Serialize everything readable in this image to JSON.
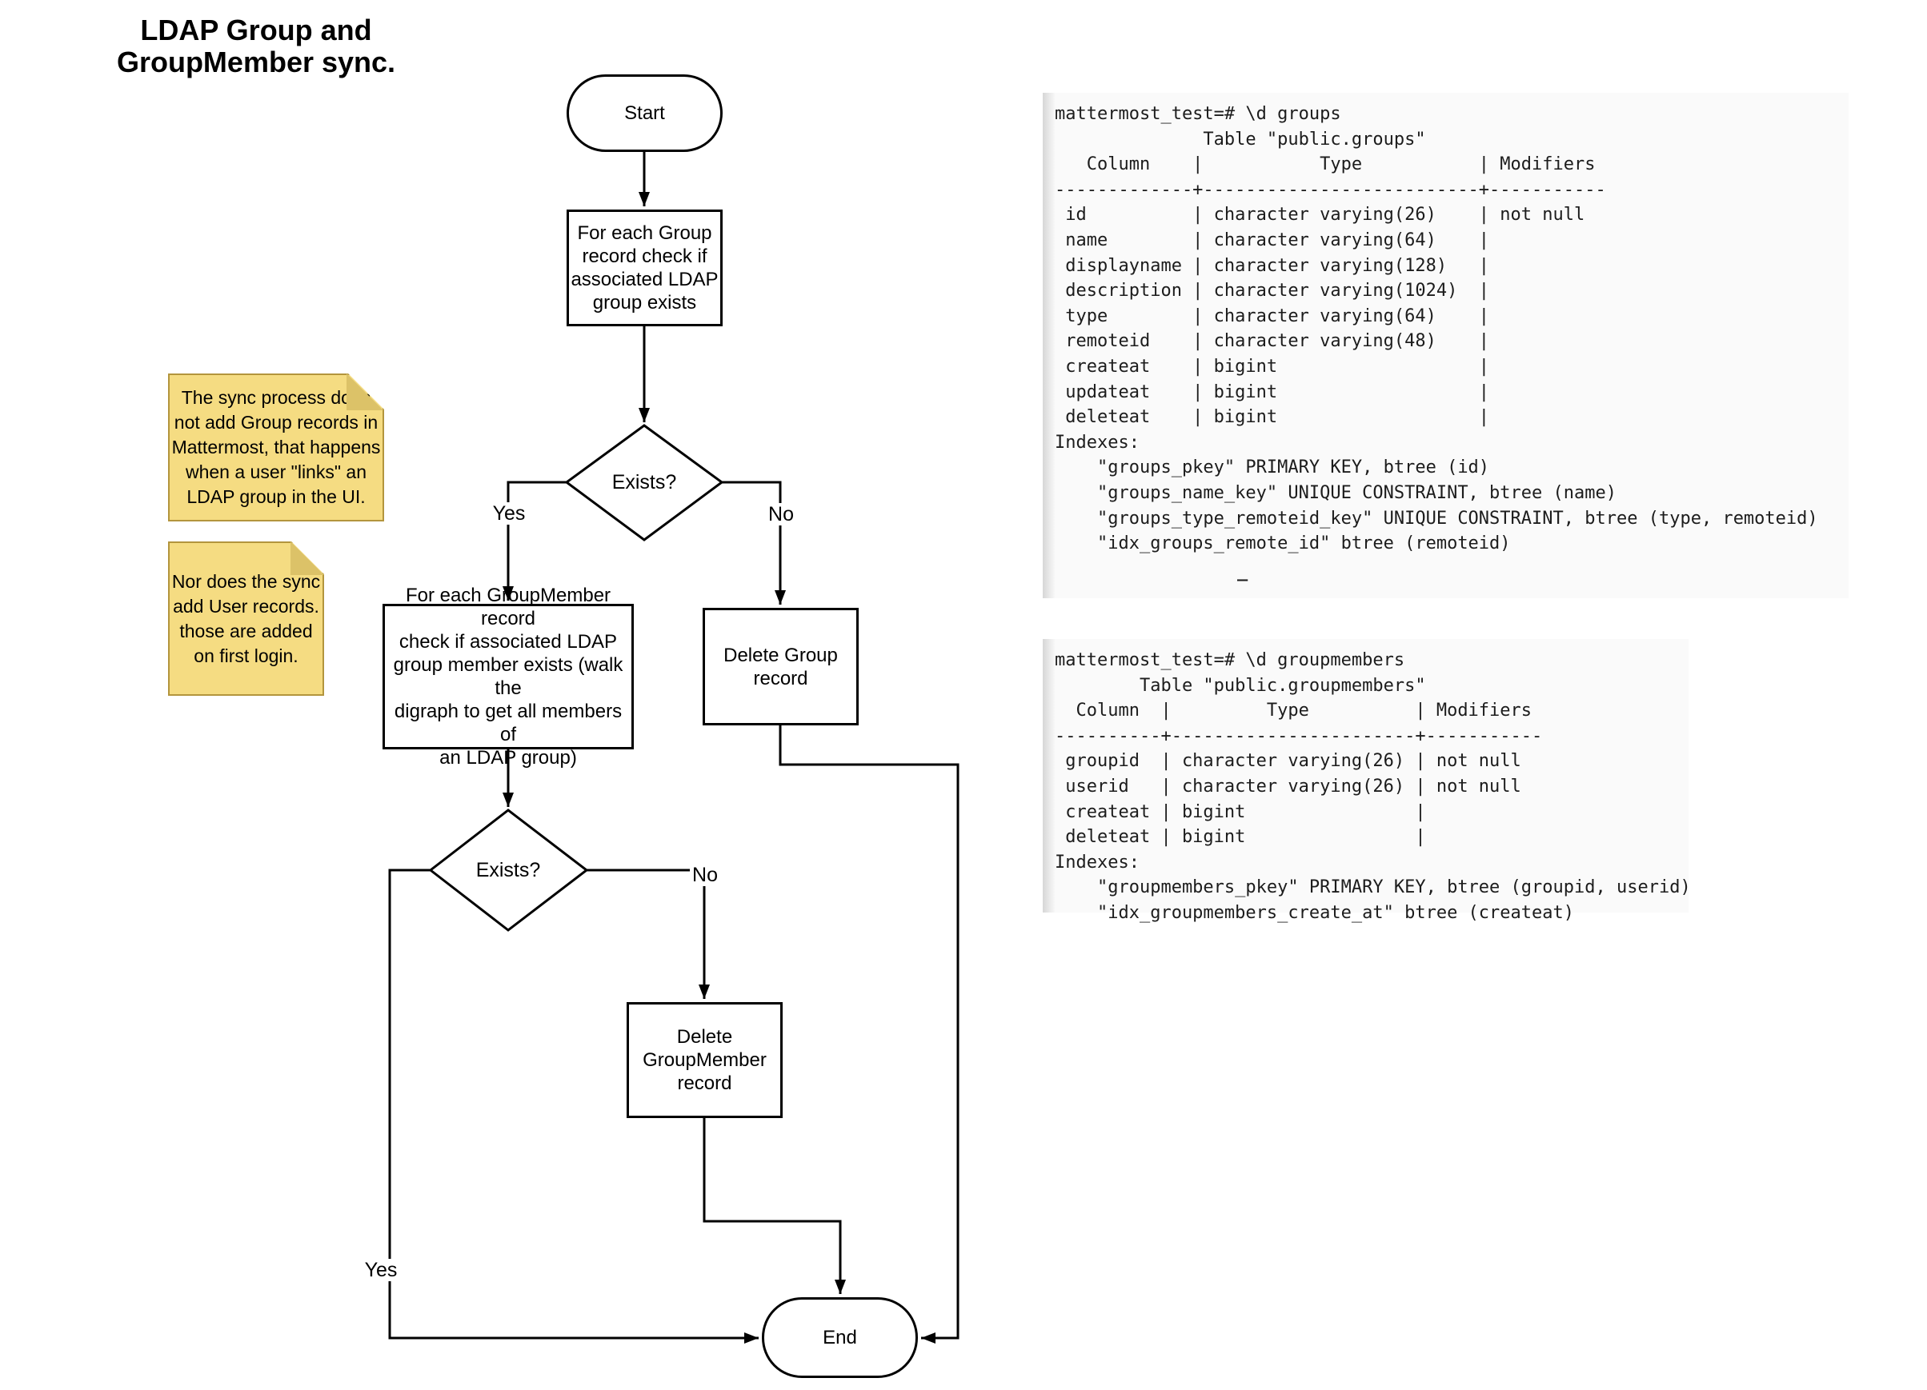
{
  "title": "LDAP Group and\nGroupMember sync.",
  "flowchart": {
    "start_label": "Start",
    "box1_label": "For each Group\nrecord check if\nassociated LDAP\ngroup exists",
    "diamond1_label": "Exists?",
    "yes1_label": "Yes",
    "no1_label": "No",
    "box2_label": "For each GroupMember record\ncheck if associated LDAP\ngroup member exists (walk the\ndigraph to get all members of\nan LDAP group)",
    "delete_group_label": "Delete Group\nrecord",
    "diamond2_label": "Exists?",
    "yes2_label": "Yes",
    "no2_label": "No",
    "delete_groupmember_label": "Delete\nGroupMember\nrecord",
    "end_label": "End"
  },
  "notes": {
    "note1": "The sync process does\nnot add Group records in\nMattermost, that happens\nwhen a user \"links\" an\nLDAP group in the UI.",
    "note2": "Nor does the sync\nadd User records.\nthose are added\non first login."
  },
  "terminals": {
    "groups": [
      "mattermost_test=# \\d groups",
      "              Table \"public.groups\"",
      "   Column    |           Type           | Modifiers ",
      "-------------+--------------------------+-----------",
      " id          | character varying(26)    | not null",
      " name        | character varying(64)    | ",
      " displayname | character varying(128)   | ",
      " description | character varying(1024)  | ",
      " type        | character varying(64)    | ",
      " remoteid    | character varying(48)    | ",
      " createat    | bigint                   | ",
      " updateat    | bigint                   | ",
      " deleteat    | bigint                   | ",
      "Indexes:",
      "    \"groups_pkey\" PRIMARY KEY, btree (id)",
      "    \"groups_name_key\" UNIQUE CONSTRAINT, btree (name)",
      "    \"groups_type_remoteid_key\" UNIQUE CONSTRAINT, btree (type, remoteid)",
      "    \"idx_groups_remote_id\" btree (remoteid)"
    ],
    "cursor": "_",
    "groupmembers": [
      "mattermost_test=# \\d groupmembers",
      "        Table \"public.groupmembers\"",
      "  Column  |         Type          | Modifiers ",
      "----------+-----------------------+-----------",
      " groupid  | character varying(26) | not null",
      " userid   | character varying(26) | not null",
      " createat | bigint                | ",
      " deleteat | bigint                | ",
      "Indexes:",
      "    \"groupmembers_pkey\" PRIMARY KEY, btree (groupid, userid)",
      "    \"idx_groupmembers_create_at\" btree (createat)"
    ]
  },
  "colors": {
    "stroke": "#000000",
    "note_fill": "#f5dc82",
    "note_border": "#b3953d",
    "note_fold": "#dcc268",
    "terminal_bg": "#fafafa"
  }
}
